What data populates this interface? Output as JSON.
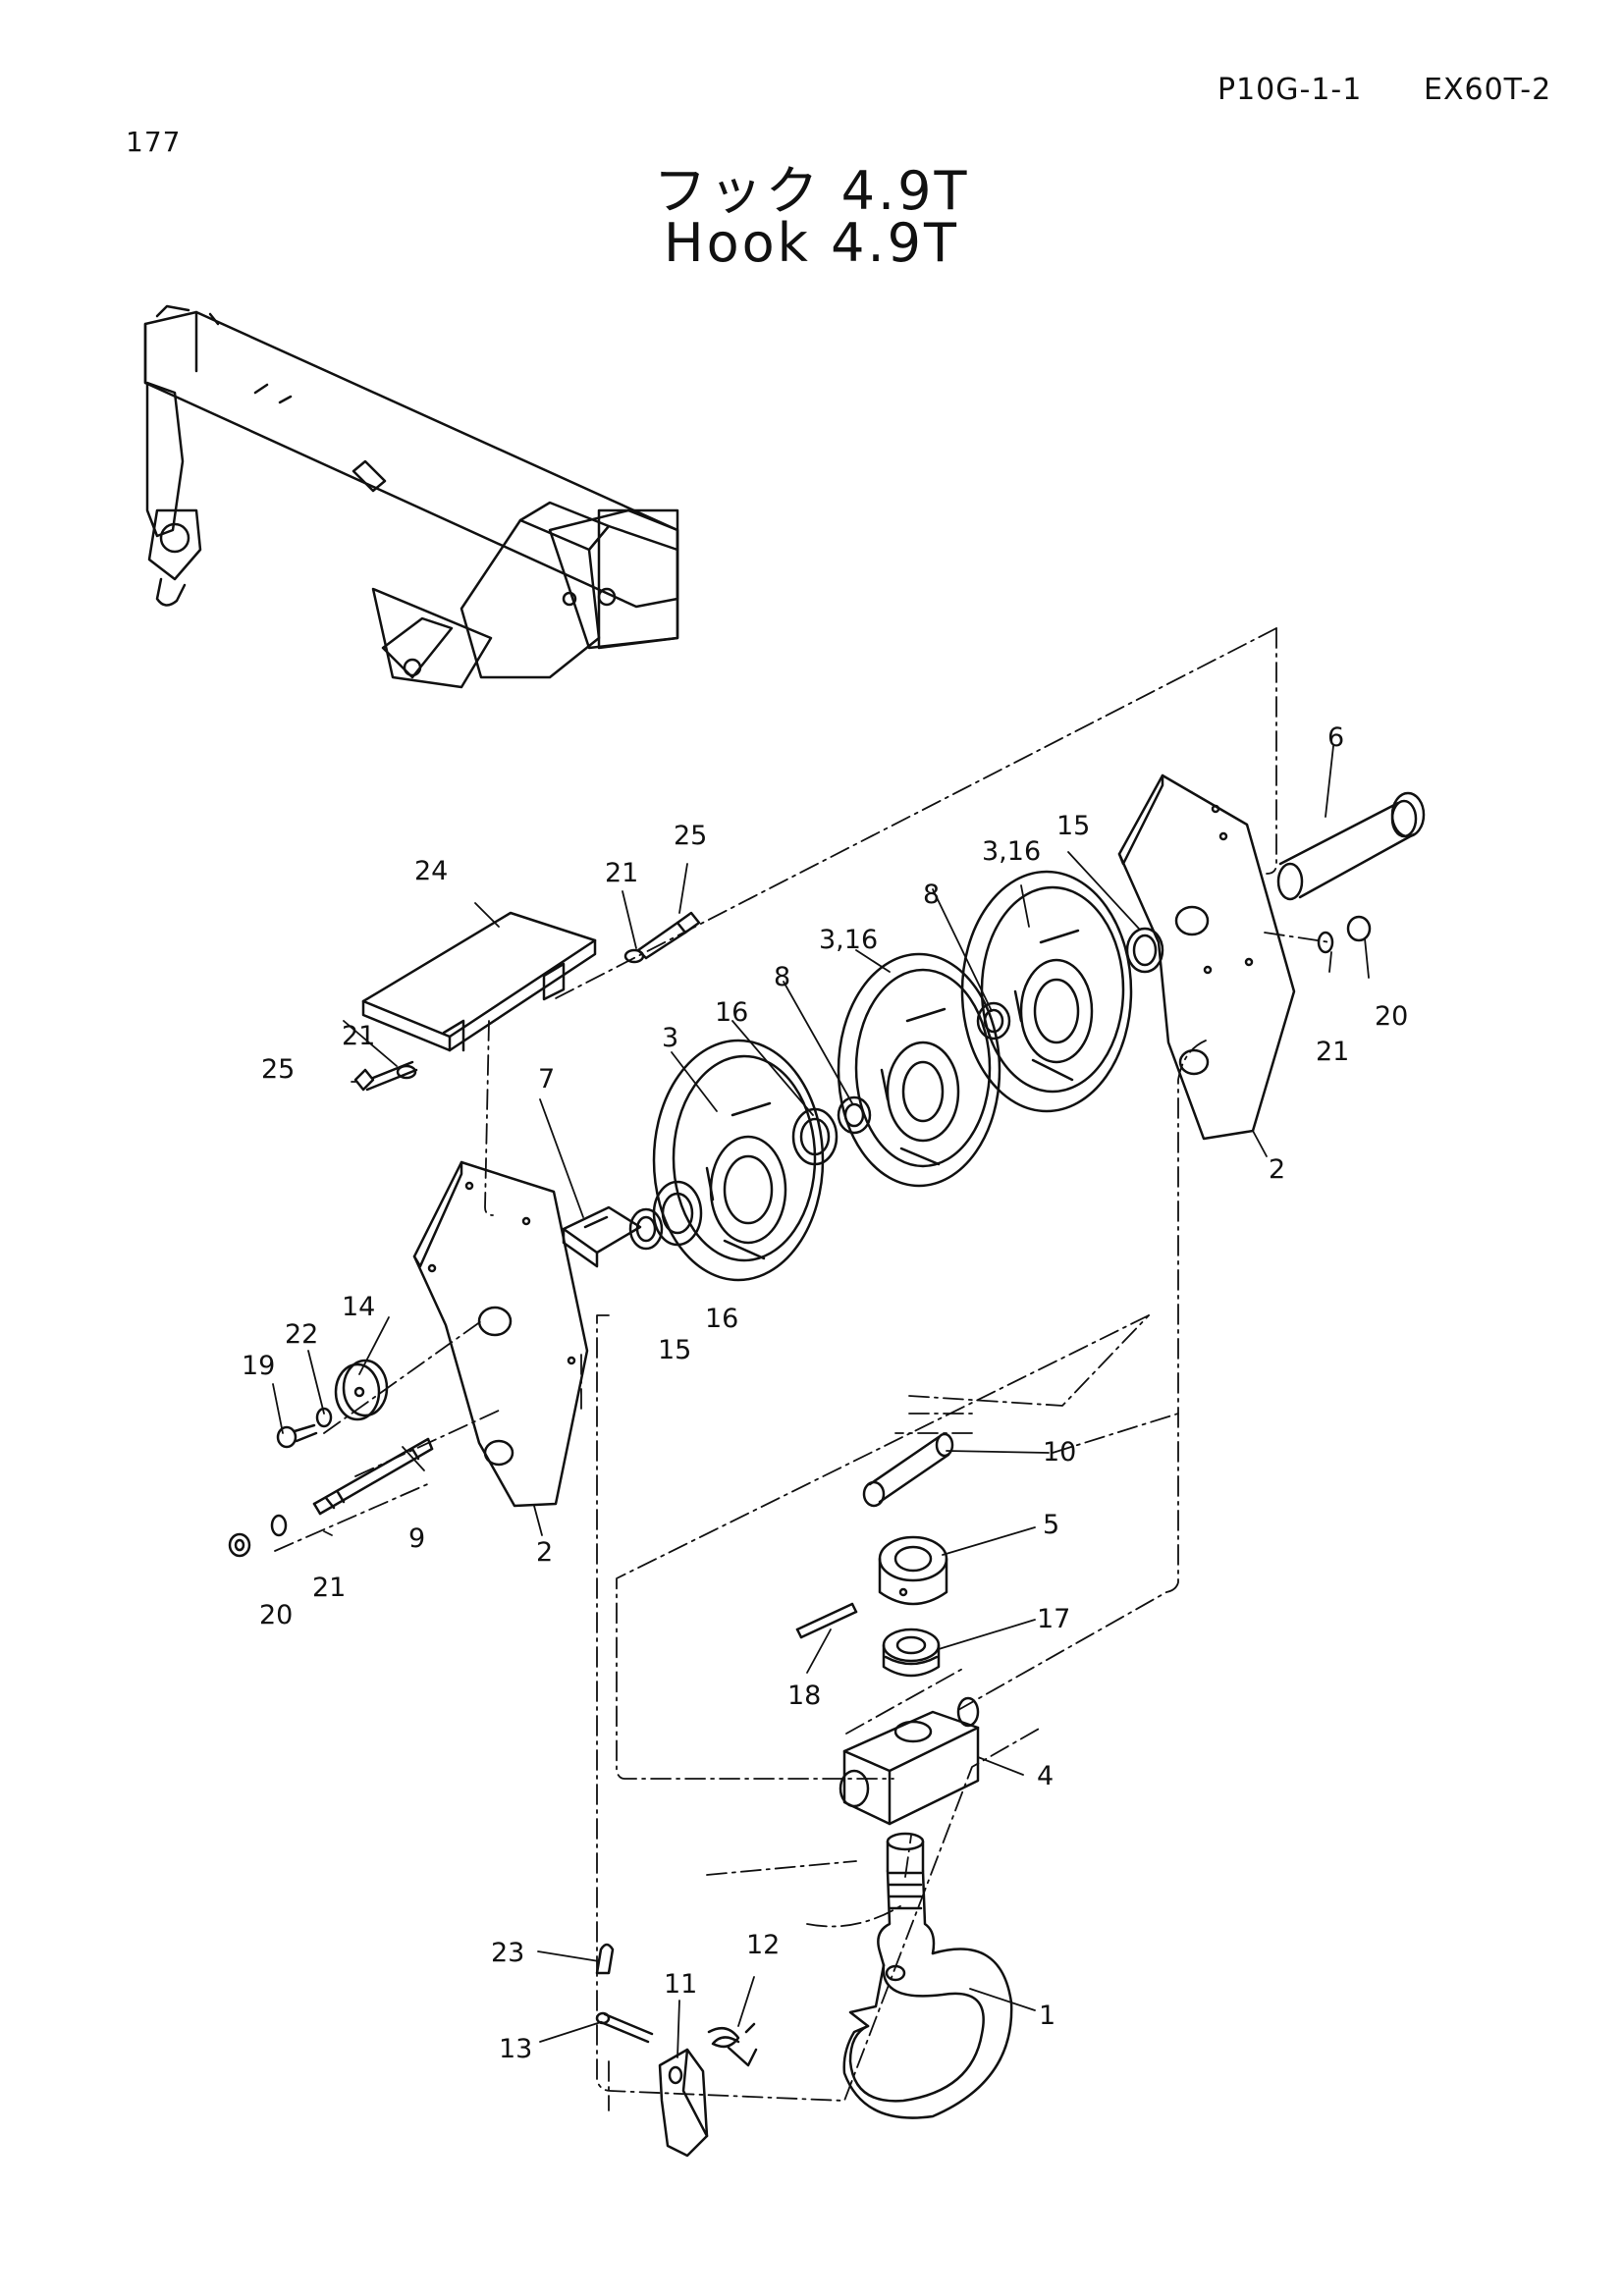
{
  "header": {
    "page_number": "177",
    "figure_code": "P10G-1-1",
    "model_code": "EX60T-2"
  },
  "title": {
    "japanese": "フック 4.9T",
    "english": "Hook 4.9T"
  },
  "callouts": [
    {
      "id": "c1",
      "text": "1"
    },
    {
      "id": "c2a",
      "text": "2"
    },
    {
      "id": "c2b",
      "text": "2"
    },
    {
      "id": "c3",
      "text": "3"
    },
    {
      "id": "c316a",
      "text": "3,16"
    },
    {
      "id": "c316b",
      "text": "3,16"
    },
    {
      "id": "c4",
      "text": "4"
    },
    {
      "id": "c5",
      "text": "5"
    },
    {
      "id": "c6",
      "text": "6"
    },
    {
      "id": "c7",
      "text": "7"
    },
    {
      "id": "c8a",
      "text": "8"
    },
    {
      "id": "c8b",
      "text": "8"
    },
    {
      "id": "c9",
      "text": "9"
    },
    {
      "id": "c10",
      "text": "10"
    },
    {
      "id": "c11",
      "text": "11"
    },
    {
      "id": "c12",
      "text": "12"
    },
    {
      "id": "c13",
      "text": "13"
    },
    {
      "id": "c14",
      "text": "14"
    },
    {
      "id": "c15a",
      "text": "15"
    },
    {
      "id": "c15b",
      "text": "15"
    },
    {
      "id": "c16a",
      "text": "16"
    },
    {
      "id": "c16b",
      "text": "16"
    },
    {
      "id": "c17",
      "text": "17"
    },
    {
      "id": "c18",
      "text": "18"
    },
    {
      "id": "c19",
      "text": "19"
    },
    {
      "id": "c20a",
      "text": "20"
    },
    {
      "id": "c20b",
      "text": "20"
    },
    {
      "id": "c21a",
      "text": "21"
    },
    {
      "id": "c21b",
      "text": "21"
    },
    {
      "id": "c21c",
      "text": "21"
    },
    {
      "id": "c21d",
      "text": "21"
    },
    {
      "id": "c22",
      "text": "22"
    },
    {
      "id": "c23",
      "text": "23"
    },
    {
      "id": "c24",
      "text": "24"
    },
    {
      "id": "c25a",
      "text": "25"
    },
    {
      "id": "c25b",
      "text": "25"
    }
  ]
}
